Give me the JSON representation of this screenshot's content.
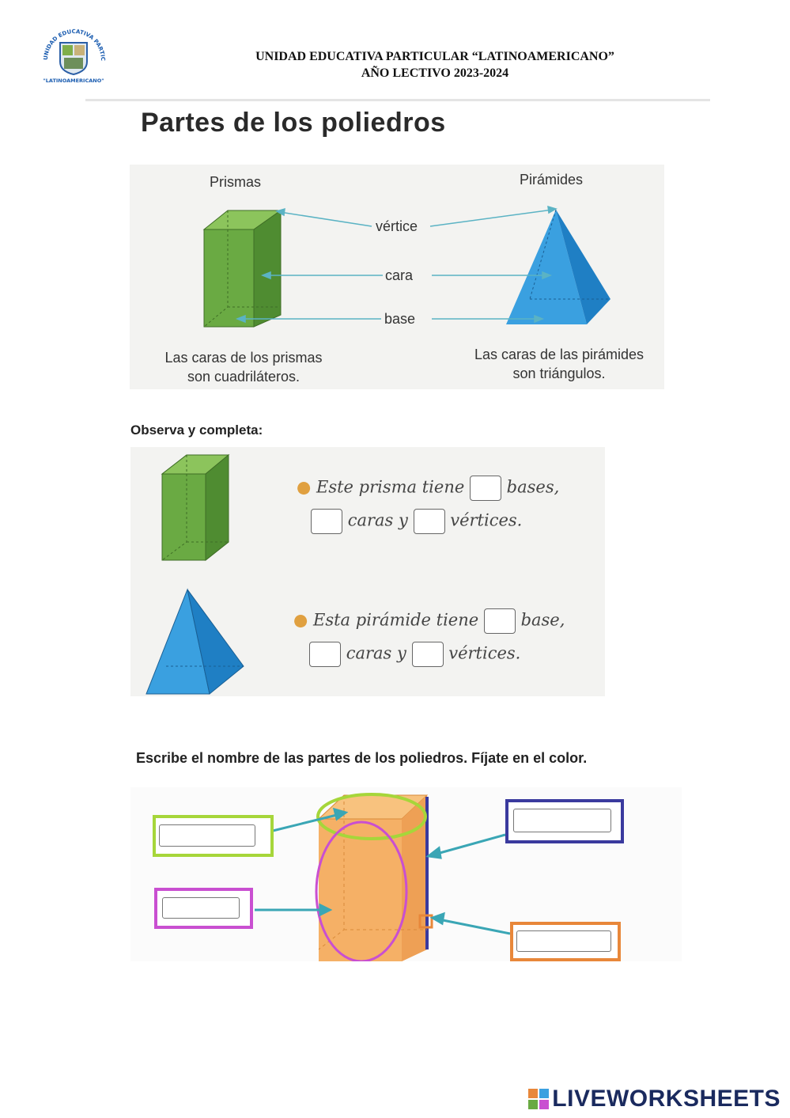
{
  "header": {
    "school": "UNIDAD EDUCATIVA PARTICULAR “LATINOAMERICANO”",
    "year": "AÑO LECTIVO 2023-2024",
    "logo_top_text": "UNIDAD EDUCATIVA PARTICULAR",
    "logo_bottom_text": "\"LATINOAMERICANO\""
  },
  "title": "Partes de los poliedros",
  "diagram": {
    "prisms_label": "Prismas",
    "pyramids_label": "Pirámides",
    "parts": [
      "vértice",
      "cara",
      "base"
    ],
    "prism_caption_1": "Las caras de los prismas",
    "prism_caption_2": "son cuadriláteros.",
    "pyramid_caption_1": "Las caras de las pirámides",
    "pyramid_caption_2": "son triángulos."
  },
  "observe": {
    "heading": "Observa y completa:",
    "prism_line1_a": "Este prisma tiene",
    "prism_line1_b": "bases,",
    "prism_line2_a": "caras y",
    "prism_line2_b": "vértices.",
    "pyr_line1_a": "Esta pirámide tiene",
    "pyr_line1_b": "base,",
    "pyr_line2_a": "caras y",
    "pyr_line2_b": "vértices."
  },
  "write": {
    "heading": "Escribe el nombre de las partes de los poliedros. Fíjate en el color.",
    "colors": {
      "green": "#a6d63a",
      "magenta": "#c94fd1",
      "blue": "#3a3a9e",
      "orange": "#e8873a"
    }
  },
  "footer": {
    "brand": "LIVEWORKSHEETS"
  }
}
